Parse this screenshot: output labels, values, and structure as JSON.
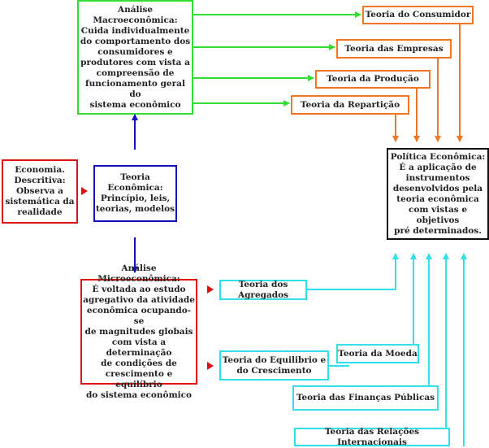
{
  "boxes": {
    "macro": "Análise\nMacroeconômica:\nCuida individualmente\ndo comportamento dos\nconsumidores e\nprodutores com vista a\ncompreensão de\nfuncionamento geral do\nsistema econômico",
    "teoria_consumidor": "Teoria do Consumidor",
    "teoria_empresas": "Teoria das Empresas",
    "teoria_producao": "Teoria da Produção",
    "teoria_reparticao": "Teoria da Repartição",
    "economia_descritiva": "Economia.\nDescritiva:\nObserva a\nsistemática da\nrealidade",
    "teoria_economica": "Teoria\nEconômica:\nPrincípio, leis,\nteorias, modelos",
    "politica_economica": "Política Econômica:\nÉ a aplicação de\ninstrumentos\ndesenvolvidos pela\nteoria econômica\ncom vistas e objetivos\npré determinados.",
    "micro": "Análise Microeconômica:\nÉ voltada ao estudo\nagregativo da atividade\neconômica ocupando-se\nde magnitudes globais\ncom vista a determinação\nde condições de\ncrescimento e equilíbrio\ndo sistema econômico",
    "teoria_agregados": "Teoria dos Agregados",
    "teoria_equilibrio": "Teoria do Equilibrio e\ndo Crescimento",
    "teoria_moeda": "Teoria da Moeda",
    "teoria_financas": "Teoria das Finanças Públicas",
    "teoria_relacoes": "Teoria das Relações Internacionais"
  },
  "colors": {
    "green": "#33dd33",
    "orange": "#f07822",
    "red": "#dd1111",
    "blue": "#1111bb",
    "cyan": "#2ee0ea",
    "black": "#111111"
  }
}
